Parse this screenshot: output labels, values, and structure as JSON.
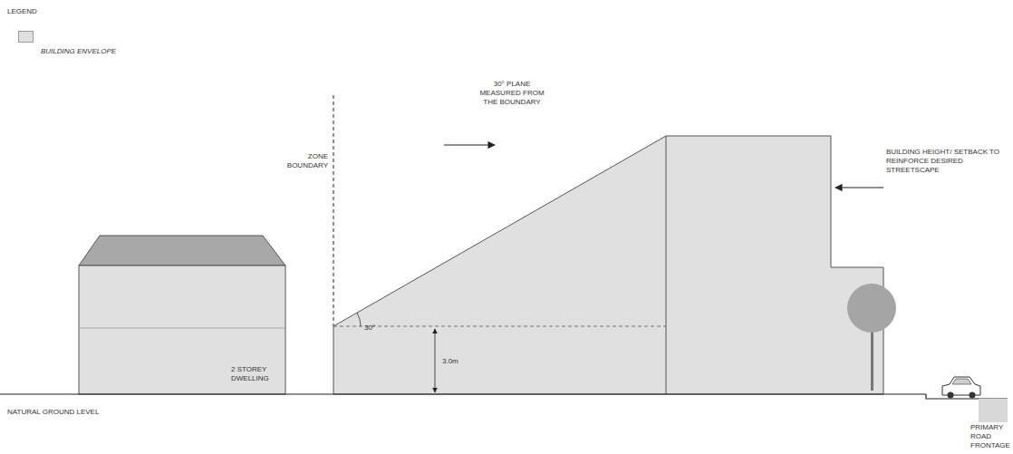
{
  "diagram": {
    "nodes": [
      {
        "text": [
          "2 STOREY DWELLING"
        ]
      }
    ],
    "labels": [
      "LEGEND",
      "ZONE BOUNDARY",
      "30° PLANE MEASURED FROM THE BOUNDARY",
      "30°",
      "3.0m",
      "BUILDING HEIGHT/ SETBACK TO REINFORCE DESIRED STREETSCAPE",
      "NATURAL GROUND LEVEL",
      "PRIMARY ROAD FRONTAGE"
    ],
    "legend": [
      {
        "text": "BUILDING ENVELOPE",
        "color": "#e0e0e0"
      }
    ]
  }
}
